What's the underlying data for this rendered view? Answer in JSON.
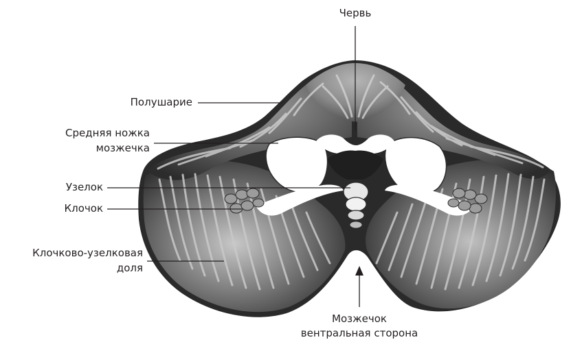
{
  "labels": {
    "vermis": "Червь",
    "hemisphere": "Полушарие",
    "middle_peduncle_1": "Средняя ножка",
    "middle_peduncle_2": "мозжечка",
    "nodulus": "Узелок",
    "flocculus": "Клочок",
    "flocculonodular_1": "Клочково-узелковая",
    "flocculonodular_2": "доля",
    "caption_1": "Мозжечок",
    "caption_2": "вентральная сторона"
  },
  "colors": {
    "outline": "#2b2b2b",
    "dark_tissue": "#3a3a3a",
    "mid_tissue": "#7d7d7d",
    "light_tissue": "#b9b9b9",
    "white_matter": "#ffffff",
    "ghost": "#dcdcdc"
  }
}
